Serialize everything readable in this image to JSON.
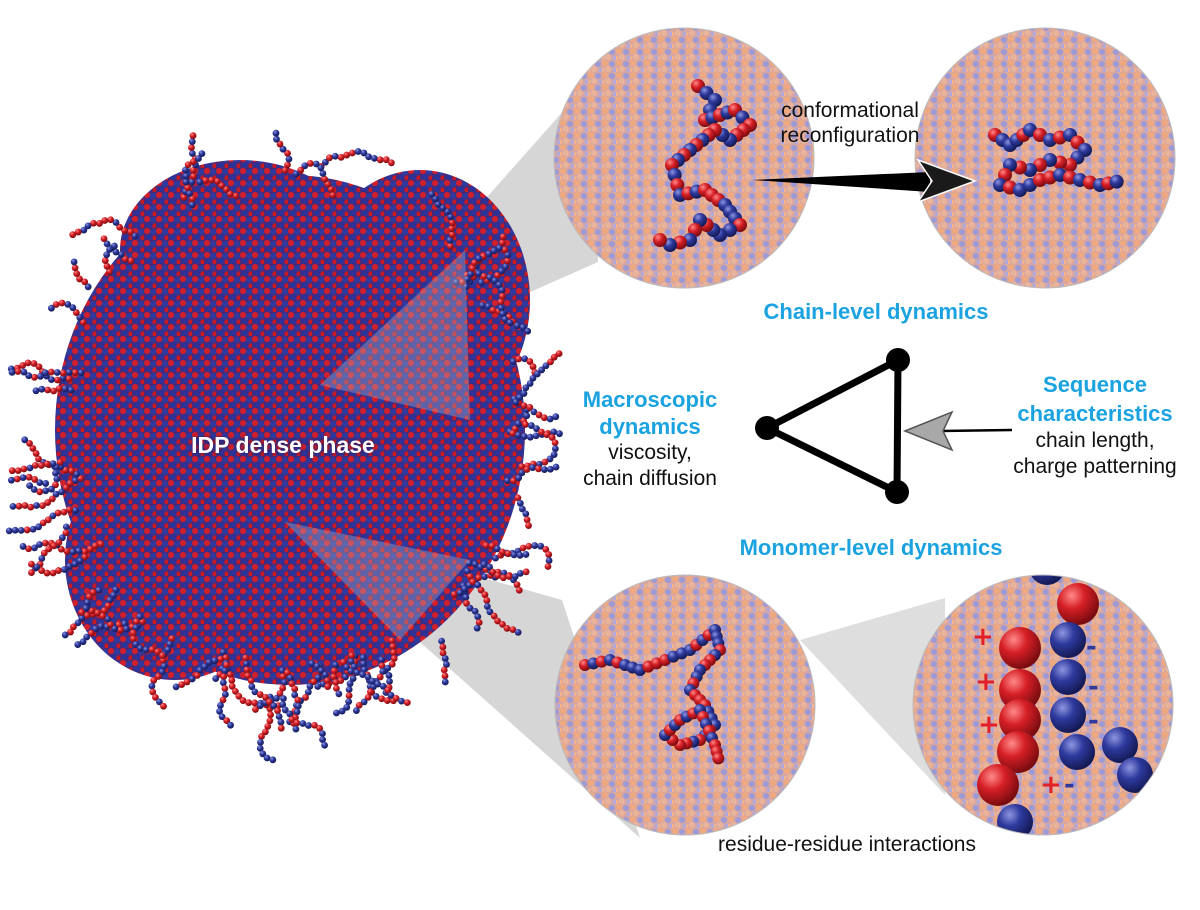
{
  "colors": {
    "heading_blue": "#1aa3e0",
    "residue_red": "#d61f26",
    "residue_blue": "#2e3a9e",
    "background_beads": "#e8a887",
    "cone_gray": "#c9c9c9"
  },
  "dense_phase": {
    "label": "IDP dense phase"
  },
  "chain_level": {
    "title": "Chain-level dynamics",
    "arrow_label_line1": "conformational",
    "arrow_label_line2": "reconfiguration"
  },
  "macroscopic": {
    "title_line1": "Macroscopic",
    "title_line2": "dynamics",
    "line1": "viscosity,",
    "line2": "chain diffusion"
  },
  "sequence": {
    "title_line1": "Sequence",
    "title_line2": "characteristics",
    "line1": "chain length,",
    "line2": "charge patterning"
  },
  "monomer_level": {
    "title": "Monomer-level dynamics",
    "caption": "residue-residue interactions",
    "plus_sign": "+",
    "minus_sign": "-"
  }
}
